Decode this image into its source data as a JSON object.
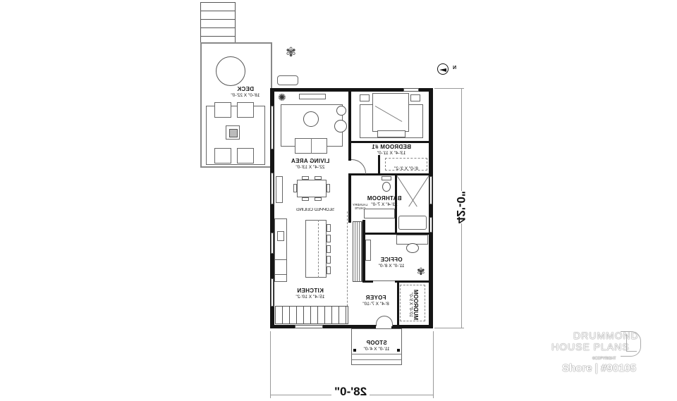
{
  "plan": {
    "name": "Shore",
    "number": "#90105",
    "title_line": "Shore | #90105",
    "mirrored": true
  },
  "brand": {
    "line1": "DRUMMOND",
    "line2": "HOUSE PLANS",
    "copyright": "©COPYRIGHT"
  },
  "dimensions": {
    "width": "28'-0\"",
    "depth": "42'-0\""
  },
  "compass": {
    "label": "N"
  },
  "rooms": {
    "deck": {
      "name": "DECK",
      "size": "18'-0\" X 22'-0\""
    },
    "living": {
      "name": "LIVING AREA",
      "size": "22'-4\" X 13'-0\""
    },
    "bedroom": {
      "name": "BEDROOM #1",
      "size": "13'-4\" X 11'-0\""
    },
    "closet": {
      "name": "",
      "size": "8'-0\" X 3'-2\""
    },
    "bathroom": {
      "name": "BATHROOM",
      "size": "13'-4\" X 7'-0\""
    },
    "laundry": {
      "name": "LAUNDRY CHUTE",
      "size": ""
    },
    "office": {
      "name": "OFFICE",
      "size": "11'-0\" X 8'-0\""
    },
    "kitchen": {
      "name": "KITCHEN",
      "size": "15'-4\" X 10'-2\""
    },
    "foyer": {
      "name": "FOYER",
      "size": "8'-4\" X 7'-10\""
    },
    "mudroom": {
      "name": "MUDROOM",
      "size": "10'-0\" X 5'-0\""
    },
    "stoop": {
      "name": "STOOP",
      "size": "11'-0\" X 4'-0\""
    }
  },
  "annotations": {
    "sloped_ceiling": "SLOPPED CEILING"
  },
  "colors": {
    "wall": "#151515",
    "line": "#666666",
    "background": "#ffffff"
  }
}
